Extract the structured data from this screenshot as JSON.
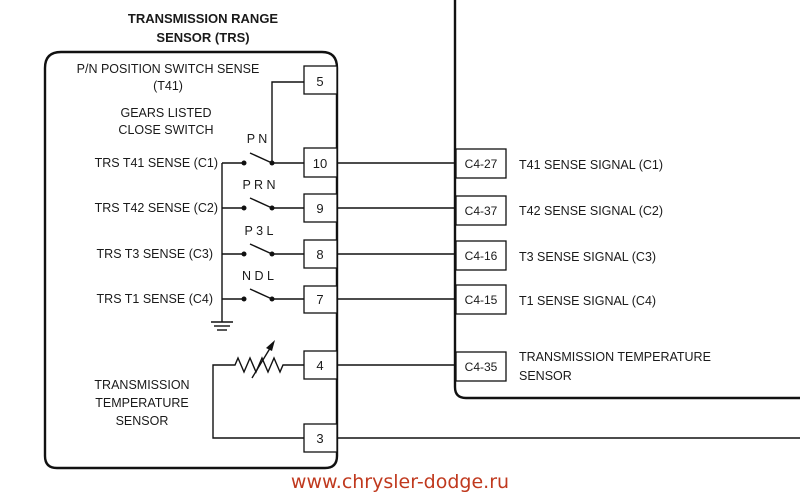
{
  "title": {
    "line1": "TRANSMISSION RANGE",
    "line2": "SENSOR (TRS)"
  },
  "trs": {
    "pn_label_line1": "P/N POSITION SWITCH SENSE",
    "pn_label_line2": "(T41)",
    "gears_note_line1": "GEARS LISTED",
    "gears_note_line2": "CLOSE SWITCH",
    "temp_sensor_line1": "TRANSMISSION",
    "temp_sensor_line2": "TEMPERATURE",
    "temp_sensor_line3": "SENSOR",
    "switches": [
      {
        "label": "TRS T41 SENSE (C1)",
        "gears": "P N",
        "pin": "10",
        "connector": "C4-27",
        "signal": "T41 SENSE SIGNAL (C1)"
      },
      {
        "label": "TRS T42 SENSE (C2)",
        "gears": "P R N",
        "pin": "9",
        "connector": "C4-37",
        "signal": "T42 SENSE SIGNAL (C2)"
      },
      {
        "label": "TRS T3 SENSE (C3)",
        "gears": "P 3 L",
        "pin": "8",
        "connector": "C4-16",
        "signal": "T3 SENSE SIGNAL (C3)"
      },
      {
        "label": "TRS T1 SENSE (C4)",
        "gears": "N D L",
        "pin": "7",
        "connector": "C4-15",
        "signal": "T1 SENSE SIGNAL (C4)"
      }
    ],
    "pin_pn": "5",
    "pin_temp_a": "4",
    "pin_temp_b": "3"
  },
  "module": {
    "temp_connector": "C4-35",
    "temp_signal_line1": "TRANSMISSION TEMPERATURE",
    "temp_signal_line2": "SENSOR"
  },
  "watermark": "www.chrysler-dodge.ru"
}
